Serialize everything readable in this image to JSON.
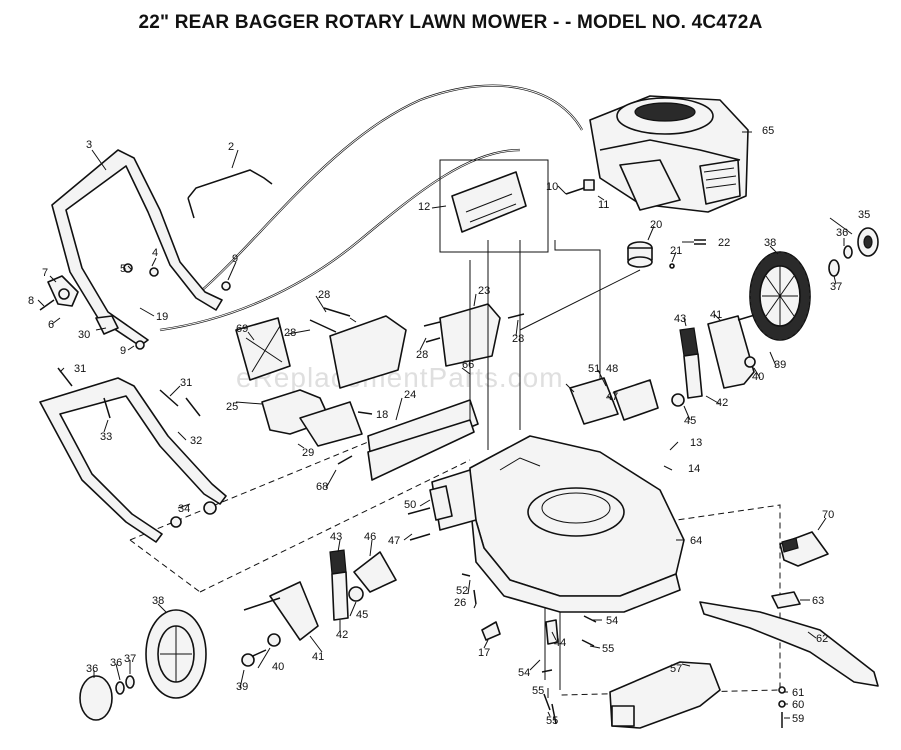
{
  "title": "22\" REAR BAGGER ROTARY LAWN MOWER - - MODEL NO. 4C472A",
  "watermark": "eReplacementParts.com",
  "callouts": [
    {
      "id": "c2",
      "label": "2"
    },
    {
      "id": "c3",
      "label": "3"
    },
    {
      "id": "c4",
      "label": "4"
    },
    {
      "id": "c5",
      "label": "5"
    },
    {
      "id": "c6",
      "label": "6"
    },
    {
      "id": "c7",
      "label": "7"
    },
    {
      "id": "c8",
      "label": "8"
    },
    {
      "id": "c9a",
      "label": "9"
    },
    {
      "id": "c9b",
      "label": "9"
    },
    {
      "id": "c10",
      "label": "10"
    },
    {
      "id": "c11",
      "label": "11"
    },
    {
      "id": "c12",
      "label": "12"
    },
    {
      "id": "c13",
      "label": "13"
    },
    {
      "id": "c14",
      "label": "14"
    },
    {
      "id": "c17",
      "label": "17"
    },
    {
      "id": "c18",
      "label": "18"
    },
    {
      "id": "c19",
      "label": "19"
    },
    {
      "id": "c20",
      "label": "20"
    },
    {
      "id": "c21",
      "label": "21"
    },
    {
      "id": "c22",
      "label": "22"
    },
    {
      "id": "c23",
      "label": "23"
    },
    {
      "id": "c24",
      "label": "24"
    },
    {
      "id": "c25",
      "label": "25"
    },
    {
      "id": "c26",
      "label": "26"
    },
    {
      "id": "c28a",
      "label": "28"
    },
    {
      "id": "c28b",
      "label": "28"
    },
    {
      "id": "c28c",
      "label": "28"
    },
    {
      "id": "c28d",
      "label": "28"
    },
    {
      "id": "c29",
      "label": "29"
    },
    {
      "id": "c30",
      "label": "30"
    },
    {
      "id": "c31a",
      "label": "31"
    },
    {
      "id": "c31b",
      "label": "31"
    },
    {
      "id": "c32",
      "label": "32"
    },
    {
      "id": "c33",
      "label": "33"
    },
    {
      "id": "c34",
      "label": "34"
    },
    {
      "id": "c35",
      "label": "35"
    },
    {
      "id": "c36a",
      "label": "36"
    },
    {
      "id": "c36b",
      "label": "36"
    },
    {
      "id": "c36c",
      "label": "36"
    },
    {
      "id": "c37a",
      "label": "37"
    },
    {
      "id": "c37b",
      "label": "37"
    },
    {
      "id": "c38a",
      "label": "38"
    },
    {
      "id": "c38b",
      "label": "38"
    },
    {
      "id": "c39a",
      "label": "39"
    },
    {
      "id": "c39b",
      "label": "39"
    },
    {
      "id": "c40a",
      "label": "40"
    },
    {
      "id": "c40b",
      "label": "40"
    },
    {
      "id": "c41a",
      "label": "41"
    },
    {
      "id": "c41b",
      "label": "41"
    },
    {
      "id": "c42a",
      "label": "42"
    },
    {
      "id": "c42b",
      "label": "42"
    },
    {
      "id": "c43a",
      "label": "43"
    },
    {
      "id": "c43b",
      "label": "43"
    },
    {
      "id": "c44",
      "label": "44"
    },
    {
      "id": "c45a",
      "label": "45"
    },
    {
      "id": "c45b",
      "label": "45"
    },
    {
      "id": "c46",
      "label": "46"
    },
    {
      "id": "c47a",
      "label": "47"
    },
    {
      "id": "c47b",
      "label": "47"
    },
    {
      "id": "c48",
      "label": "48"
    },
    {
      "id": "c50",
      "label": "50"
    },
    {
      "id": "c51",
      "label": "51"
    },
    {
      "id": "c52",
      "label": "52"
    },
    {
      "id": "c54a",
      "label": "54"
    },
    {
      "id": "c54b",
      "label": "54"
    },
    {
      "id": "c55a",
      "label": "55"
    },
    {
      "id": "c55b",
      "label": "55"
    },
    {
      "id": "c55c",
      "label": "55"
    },
    {
      "id": "c57",
      "label": "57"
    },
    {
      "id": "c59",
      "label": "59"
    },
    {
      "id": "c60",
      "label": "60"
    },
    {
      "id": "c61",
      "label": "61"
    },
    {
      "id": "c62",
      "label": "62"
    },
    {
      "id": "c63",
      "label": "63"
    },
    {
      "id": "c64",
      "label": "64"
    },
    {
      "id": "c65",
      "label": "65"
    },
    {
      "id": "c66",
      "label": "66"
    },
    {
      "id": "c68",
      "label": "68"
    },
    {
      "id": "c69",
      "label": "69"
    },
    {
      "id": "c70",
      "label": "70"
    }
  ]
}
